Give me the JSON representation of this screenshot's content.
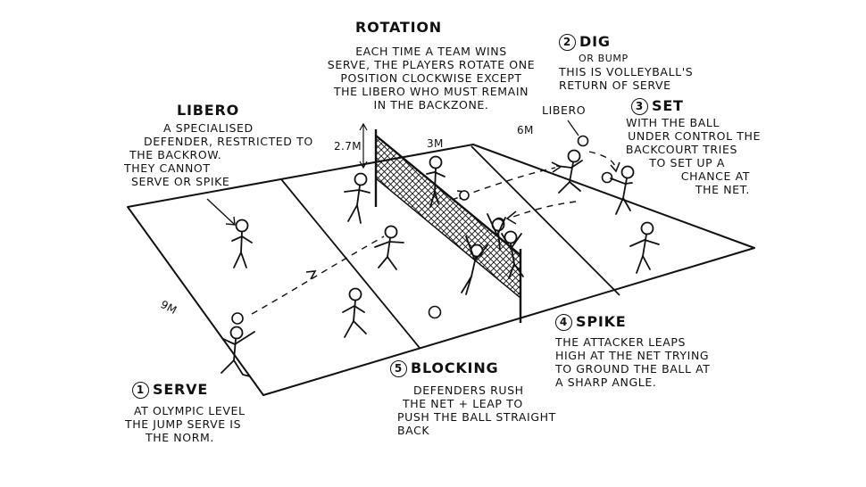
{
  "rotation": {
    "title": "ROTATION",
    "lines": [
      "EACH TIME A TEAM WINS",
      "SERVE, THE PLAYERS ROTATE ONE",
      "POSITION CLOCKWISE EXCEPT",
      "THE LIBERO WHO MUST REMAIN",
      "IN THE BACKZONE."
    ]
  },
  "libero": {
    "title": "LIBERO",
    "lines": [
      "A SPECIALISED",
      "DEFENDER, RESTRICTED TO",
      "THE BACKROW.",
      "THEY CANNOT",
      "SERVE OR SPIKE"
    ]
  },
  "libero_tag": "LIBERO",
  "dig": {
    "number": "2",
    "title": "DIG",
    "lines": [
      "OR BUMP",
      "THIS IS VOLLEYBALL'S",
      "RETURN OF SERVE"
    ]
  },
  "set": {
    "number": "3",
    "title": "SET",
    "lines": [
      "WITH THE BALL",
      "UNDER CONTROL THE",
      "BACKCOURT TRIES",
      "TO SET UP A",
      "CHANCE AT",
      "THE NET."
    ]
  },
  "serve": {
    "number": "1",
    "title": "SERVE",
    "lines": [
      "AT OLYMPIC LEVEL",
      "THE JUMP SERVE IS",
      "THE NORM."
    ]
  },
  "blocking": {
    "number": "5",
    "title": "BLOCKING",
    "lines": [
      "DEFENDERS RUSH",
      "THE NET + LEAP TO",
      "PUSH THE BALL STRAIGHT",
      "BACK"
    ]
  },
  "spike": {
    "number": "4",
    "title": "SPIKE",
    "lines": [
      "THE ATTACKER LEAPS",
      "HIGH AT THE NET TRYING",
      "TO GROUND THE BALL AT",
      "A SHARP ANGLE."
    ]
  },
  "dimensions": {
    "net_height": "2.7M",
    "zone_3m": "3M",
    "zone_6m": "6M",
    "width_9m": "9M"
  }
}
